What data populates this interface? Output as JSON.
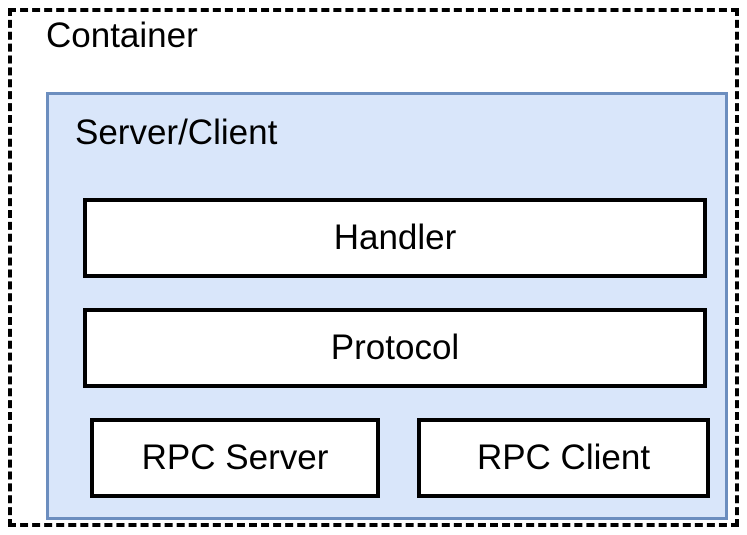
{
  "diagram": {
    "type": "block-diagram",
    "title": "Container architecture block diagram",
    "container": {
      "label": "Container",
      "border_style": "dashed",
      "border_color": "#000000",
      "fill": "transparent"
    },
    "group": {
      "label": "Server/Client",
      "border_color": "#6c8ebf",
      "fill": "#d9e6fa"
    },
    "nodes": [
      {
        "label": "Handler",
        "fill": "#ffffff",
        "border_color": "#000000"
      },
      {
        "label": "Protocol",
        "fill": "#ffffff",
        "border_color": "#000000"
      },
      {
        "label": "RPC Server",
        "fill": "#ffffff",
        "border_color": "#000000"
      },
      {
        "label": "RPC Client",
        "fill": "#ffffff",
        "border_color": "#000000"
      }
    ]
  }
}
